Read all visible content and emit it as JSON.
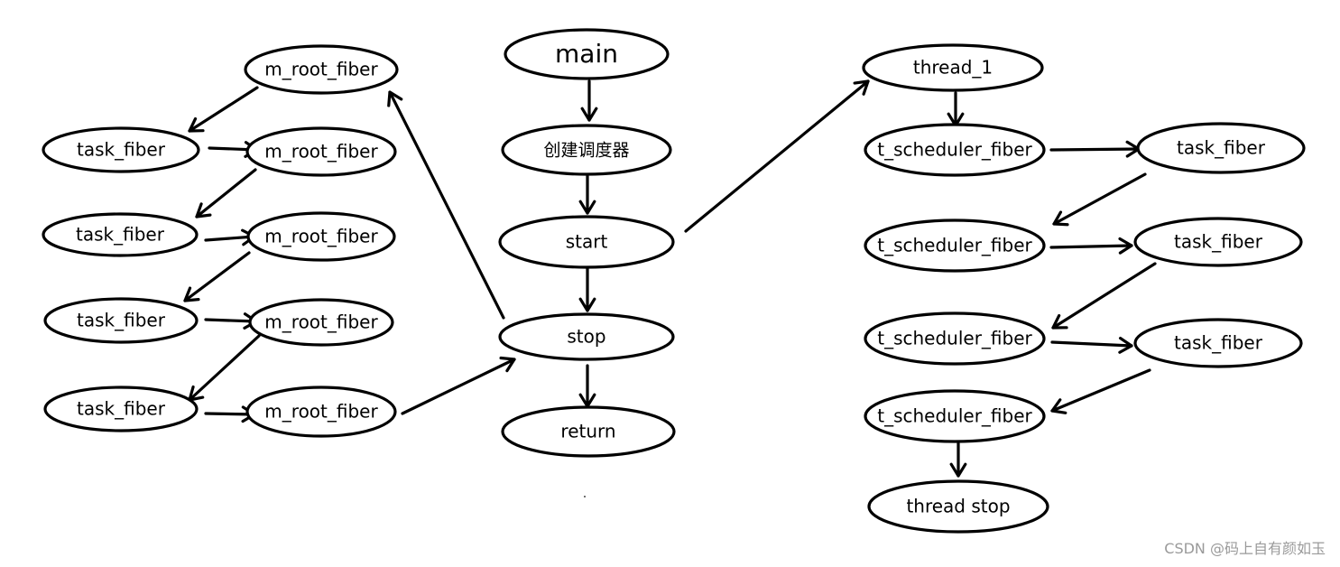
{
  "diagram": {
    "nodes": [
      {
        "id": "main",
        "label": "main"
      },
      {
        "id": "create",
        "label": "创建调度器"
      },
      {
        "id": "start",
        "label": "start"
      },
      {
        "id": "stop",
        "label": "stop"
      },
      {
        "id": "return",
        "label": "return"
      },
      {
        "id": "lroot0",
        "label": "m_root_fiber"
      },
      {
        "id": "ltask1",
        "label": "task_fiber"
      },
      {
        "id": "lroot1",
        "label": "m_root_fiber"
      },
      {
        "id": "ltask2",
        "label": "task_fiber"
      },
      {
        "id": "lroot2",
        "label": "m_root_fiber"
      },
      {
        "id": "ltask3",
        "label": "task_fiber"
      },
      {
        "id": "lroot3",
        "label": "m_root_fiber"
      },
      {
        "id": "ltask4",
        "label": "task_fiber"
      },
      {
        "id": "lroot4",
        "label": "m_root_fiber"
      },
      {
        "id": "thread1",
        "label": "thread_1"
      },
      {
        "id": "tsch1",
        "label": "t_scheduler_fiber"
      },
      {
        "id": "rtask1",
        "label": "task_fiber"
      },
      {
        "id": "tsch2",
        "label": "t_scheduler_fiber"
      },
      {
        "id": "rtask2",
        "label": "task_fiber"
      },
      {
        "id": "tsch3",
        "label": "t_scheduler_fiber"
      },
      {
        "id": "rtask3",
        "label": "task_fiber"
      },
      {
        "id": "tsch4",
        "label": "t_scheduler_fiber"
      },
      {
        "id": "tstop",
        "label": "thread stop"
      }
    ],
    "edges": [
      {
        "from": "main",
        "to": "create"
      },
      {
        "from": "create",
        "to": "start"
      },
      {
        "from": "start",
        "to": "stop"
      },
      {
        "from": "stop",
        "to": "return"
      },
      {
        "from": "start",
        "to": "thread1"
      },
      {
        "from": "stop",
        "to": "lroot0"
      },
      {
        "from": "lroot0",
        "to": "ltask1"
      },
      {
        "from": "ltask1",
        "to": "lroot1"
      },
      {
        "from": "lroot1",
        "to": "ltask2"
      },
      {
        "from": "ltask2",
        "to": "lroot2"
      },
      {
        "from": "lroot2",
        "to": "ltask3"
      },
      {
        "from": "ltask3",
        "to": "lroot3"
      },
      {
        "from": "lroot3",
        "to": "ltask4"
      },
      {
        "from": "ltask4",
        "to": "lroot4"
      },
      {
        "from": "lroot4",
        "to": "stop"
      },
      {
        "from": "thread1",
        "to": "tsch1"
      },
      {
        "from": "tsch1",
        "to": "rtask1"
      },
      {
        "from": "rtask1",
        "to": "tsch2"
      },
      {
        "from": "tsch2",
        "to": "rtask2"
      },
      {
        "from": "rtask2",
        "to": "tsch3"
      },
      {
        "from": "tsch3",
        "to": "rtask3"
      },
      {
        "from": "rtask3",
        "to": "tsch4"
      },
      {
        "from": "tsch4",
        "to": "tstop"
      }
    ]
  },
  "watermark": "CSDN @码上自有颜如玉"
}
